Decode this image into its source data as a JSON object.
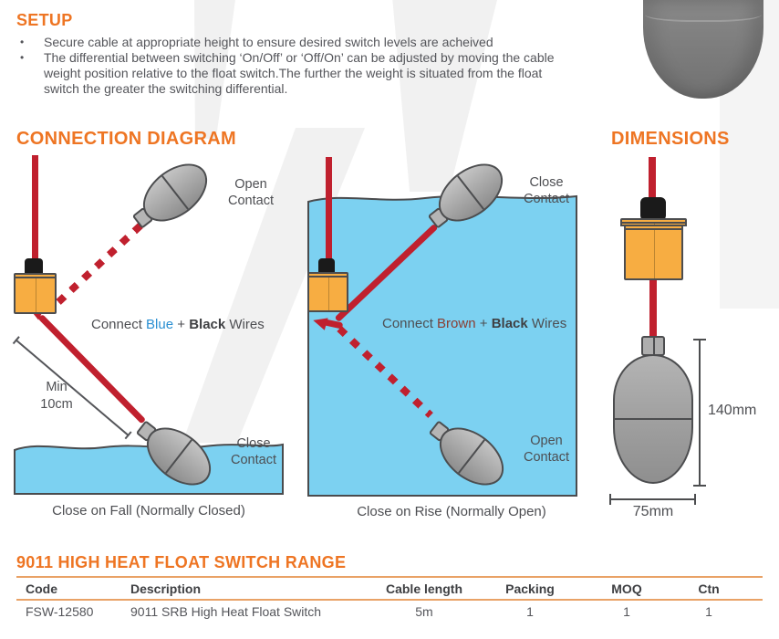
{
  "colors": {
    "accent_orange": "#ee7523",
    "table_rule_orange": "#e9a266",
    "body_text": "#54555a",
    "outline": "#4c4d4f",
    "water_blue": "#7cd1f1",
    "cable_red": "#c0202e",
    "weight_orange": "#f7ad42",
    "blue_wire_word": "#2a8fd2",
    "brown_wire_word": "#8a3d31"
  },
  "setup": {
    "title": "SETUP",
    "bullets": [
      "Secure cable at appropriate height to ensure desired switch levels are acheived",
      "The differential between switching ‘On/Off’ or ‘Off/On’ can be adjusted by moving the cable weight position relative to the float switch.The further the weight is situated from the float switch the greater the switching differential."
    ]
  },
  "connection": {
    "title": "CONNECTION DIAGRAM",
    "fall": {
      "open_contact": "Open Contact",
      "close_contact": "Close Contact",
      "wire": {
        "connect": "Connect",
        "color_word": "Blue",
        "plus": "+",
        "black_word": "Black",
        "wires": "Wires"
      },
      "min_line1": "Min",
      "min_line2": "10cm",
      "caption": "Close on Fall (Normally Closed)"
    },
    "rise": {
      "open_contact": "Open Contact",
      "close_contact": "Close Contact",
      "wire": {
        "connect": "Connect",
        "color_word": "Brown",
        "plus": "+",
        "black_word": "Black",
        "wires": "Wires"
      },
      "caption": "Close on Rise (Normally Open)"
    }
  },
  "dimensions": {
    "title": "DIMENSIONS",
    "height_label": "140mm",
    "width_label": "75mm"
  },
  "range_table": {
    "title": "9011 HIGH HEAT FLOAT SWITCH RANGE",
    "headers": [
      "Code",
      "Description",
      "Cable length",
      "Packing",
      "MOQ",
      "Ctn"
    ],
    "rows": [
      [
        "FSW-12580",
        "9011 SRB High Heat Float Switch",
        "5m",
        "1",
        "1",
        "1"
      ]
    ]
  }
}
